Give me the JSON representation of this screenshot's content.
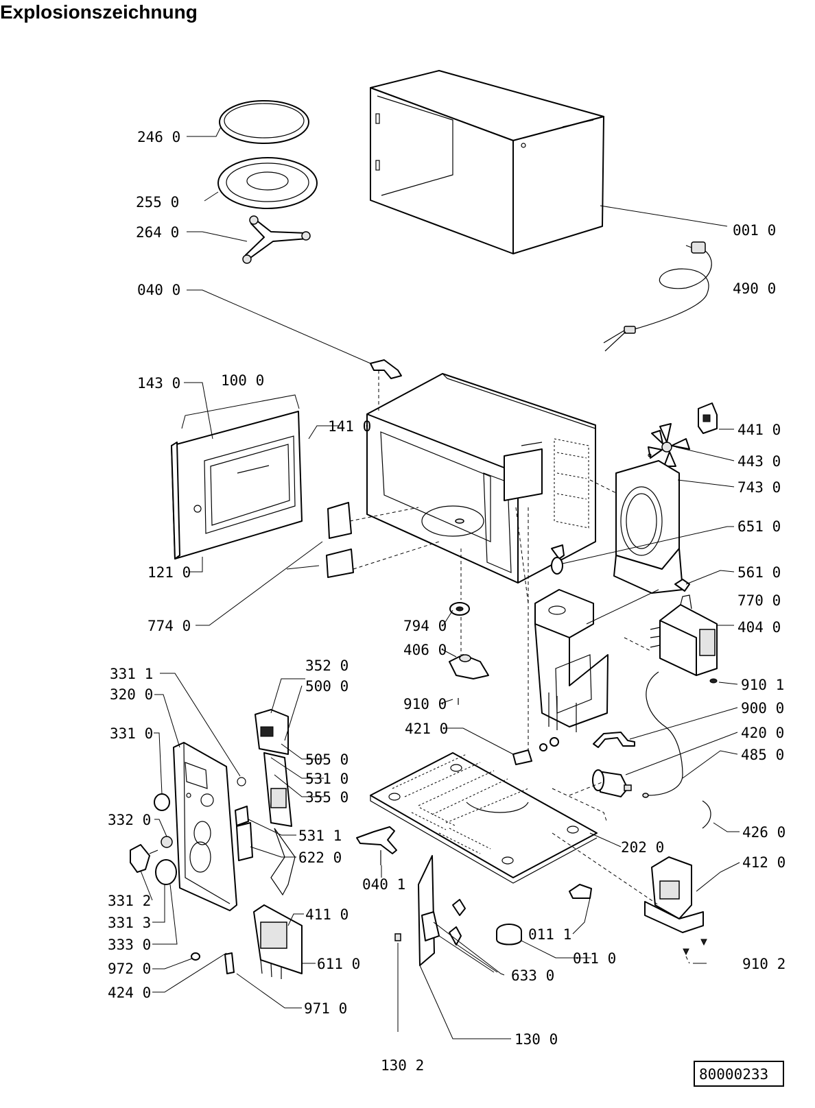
{
  "title": "Explosionszeichnung",
  "document_code": "80000233",
  "labels": {
    "p246": "246 0",
    "p255": "255 0",
    "p264": "264 0",
    "p040": "040 0",
    "p001": "001 0",
    "p490": "490 0",
    "p143": "143 0",
    "p100": "100 0",
    "p141": "141 0",
    "p121": "121 0",
    "p774": "774 0",
    "p441": "441 0",
    "p443": "443 0",
    "p743": "743 0",
    "p651": "651 0",
    "p561": "561 0",
    "p770": "770 0",
    "p404": "404 0",
    "p9101": "910 1",
    "p900": "900 0",
    "p420": "420 0",
    "p485": "485 0",
    "p426": "426 0",
    "p202": "202 0",
    "p412": "412 0",
    "p9102": "910 2",
    "p0111": "011 1",
    "p011": "011 0",
    "p633": "633 0",
    "p130": "130 0",
    "p1302": "130 2",
    "p0401": "040 1",
    "p794": "794 0",
    "p406": "406 0",
    "p910": "910 0",
    "p421": "421 0",
    "p3311": "331 1",
    "p320": "320 0",
    "p331": "331 0",
    "p332": "332 0",
    "p3312": "331 2",
    "p3313": "331 3",
    "p333": "333 0",
    "p972": "972 0",
    "p424": "424 0",
    "p352": "352 0",
    "p500": "500 0",
    "p505": "505 0",
    "p531": "531 0",
    "p355": "355 0",
    "p5311": "531 1",
    "p622": "622 0",
    "p411": "411 0",
    "p611": "611 0",
    "p971": "971 0"
  }
}
